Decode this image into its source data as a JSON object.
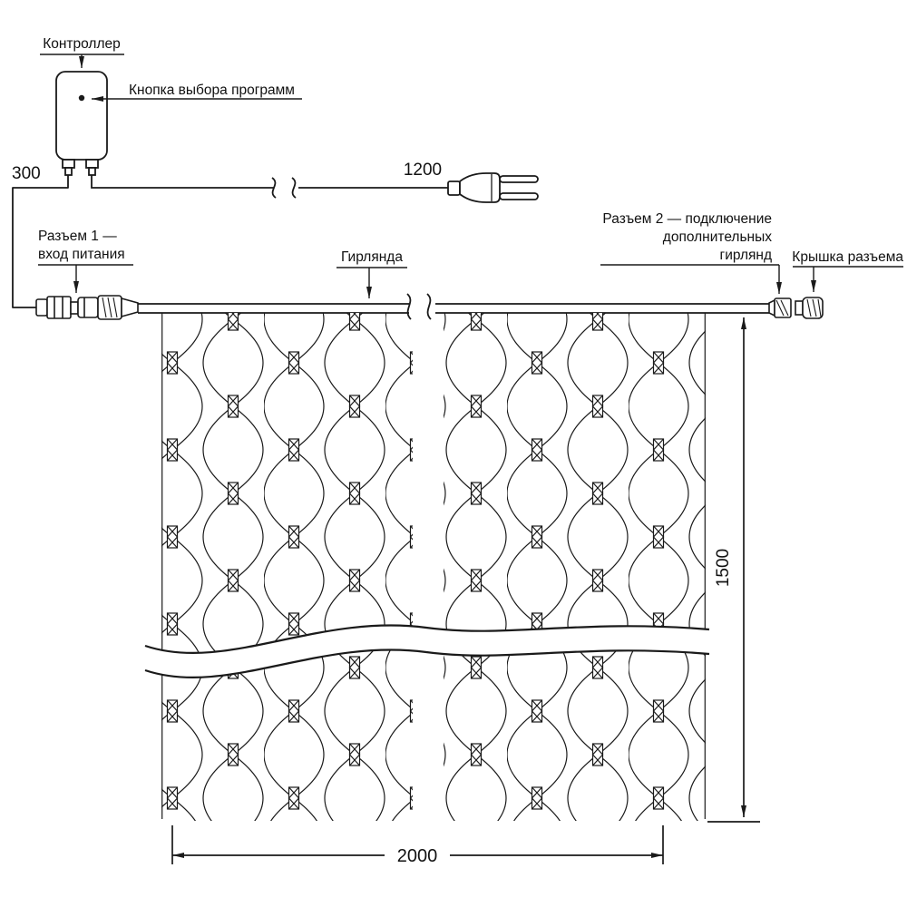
{
  "diagram": {
    "labels": {
      "controller": "Контроллер",
      "program_button": "Кнопка выбора программ",
      "connector1_line1": "Разъем 1 —",
      "connector1_line2": "вход питания",
      "garland": "Гирлянда",
      "connector2_line1": "Разъем 2 — подключение",
      "connector2_line2": "дополнительных",
      "connector2_line3": "гирлянд",
      "connector_cap": "Крышка разъема"
    },
    "dimensions": {
      "controller_cable_mm": "300",
      "power_cable_mm": "1200",
      "net_height_mm": "1500",
      "net_width_mm": "2000"
    },
    "colors": {
      "line": "#1a1a1a",
      "background": "#ffffff"
    }
  }
}
